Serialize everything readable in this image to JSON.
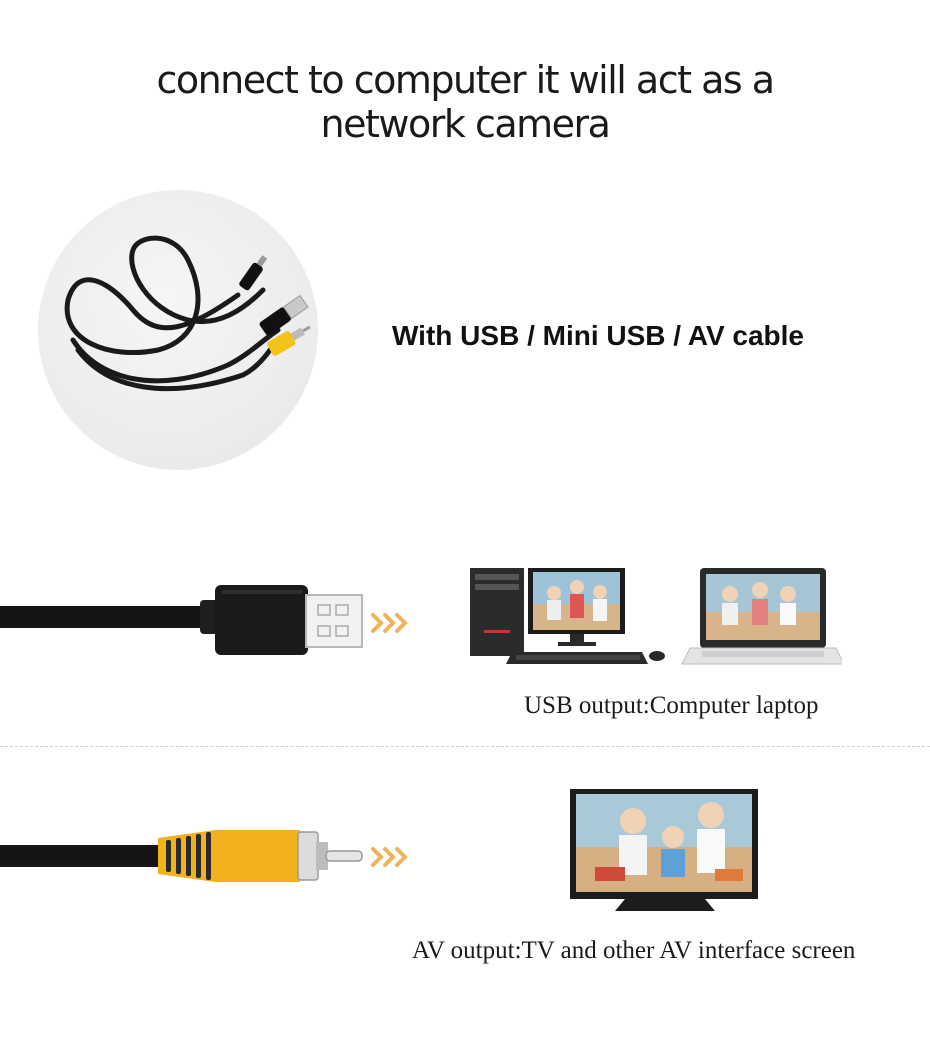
{
  "headline": {
    "line1": "connect to computer it will act as a",
    "line2": "network camera"
  },
  "cable": {
    "label": "With USB / Mini USB / AV cable"
  },
  "usb": {
    "caption": "USB output:Computer laptop"
  },
  "av": {
    "caption": "AV output:TV and other AV interface screen"
  },
  "colors": {
    "arrow": "#f0b35a",
    "av_plug": "#f2b21d",
    "cable": "#151515"
  }
}
